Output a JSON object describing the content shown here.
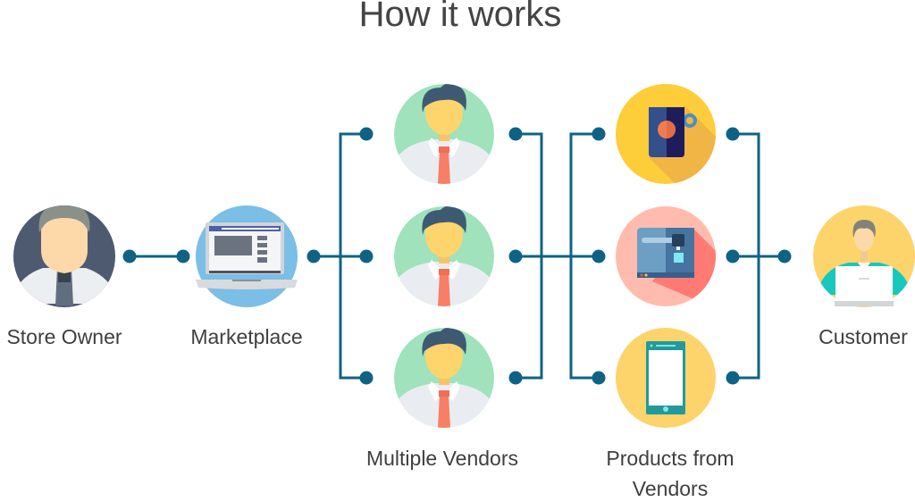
{
  "title": "How it works",
  "colors": {
    "connector": "#0e6384",
    "owner_bg": "#4e5a70",
    "marketplace_bg": "#7bbee6",
    "vendor_bg": "#9fe2bc",
    "mug_bg": "#fecd3a",
    "printer_bg": "#ffbcae",
    "phone_bg": "#fdd46c",
    "customer_bg": "#fdd46c"
  },
  "nodes": {
    "store_owner": {
      "label": "Store Owner",
      "icon": "store-owner-avatar"
    },
    "marketplace": {
      "label": "Marketplace",
      "icon": "laptop-website"
    },
    "vendors": {
      "label": "Multiple Vendors",
      "items": [
        {
          "icon": "vendor-avatar"
        },
        {
          "icon": "vendor-avatar"
        },
        {
          "icon": "vendor-avatar"
        }
      ]
    },
    "products": {
      "label_line1": "Products from",
      "label_line2": "Vendors",
      "items": [
        {
          "icon": "mug"
        },
        {
          "icon": "3d-printer"
        },
        {
          "icon": "smartphone"
        }
      ]
    },
    "customer": {
      "label": "Customer",
      "icon": "customer-with-laptop"
    }
  }
}
